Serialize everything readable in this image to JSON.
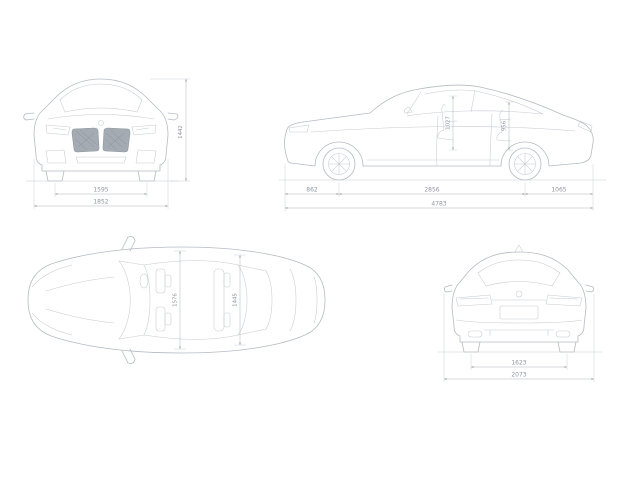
{
  "colors": {
    "background": "#ffffff",
    "line": "#b5bbc2",
    "detail": "#c6cbd1",
    "dim": "#a9b1b9",
    "text": "#8f97a1",
    "grille": "#a4abb2"
  },
  "units": "mm",
  "views": {
    "front": {
      "dims": {
        "height": "1442",
        "track_width": "1595",
        "overall_width": "1852"
      }
    },
    "side": {
      "dims": {
        "front_overhang": "862",
        "wheelbase": "2856",
        "rear_overhang": "1065",
        "overall_length": "4783",
        "interior_height_front": "1027",
        "interior_height_rear": "956"
      }
    },
    "top": {
      "dims": {
        "cabin_width_front": "1576",
        "cabin_width_rear": "1445"
      }
    },
    "rear": {
      "dims": {
        "track_width": "1623",
        "width_incl_mirrors": "2073"
      }
    }
  }
}
